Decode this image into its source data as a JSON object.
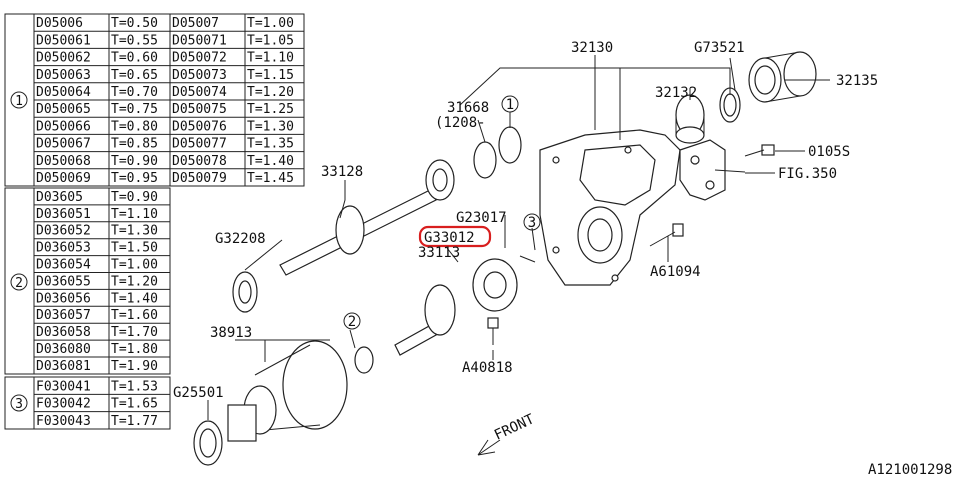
{
  "diagram_id": "A121001298",
  "tables": [
    {
      "marker": "1",
      "rows": [
        [
          "D05006",
          "T=0.50",
          "D05007",
          "T=1.00"
        ],
        [
          "D050061",
          "T=0.55",
          "D050071",
          "T=1.05"
        ],
        [
          "D050062",
          "T=0.60",
          "D050072",
          "T=1.10"
        ],
        [
          "D050063",
          "T=0.65",
          "D050073",
          "T=1.15"
        ],
        [
          "D050064",
          "T=0.70",
          "D050074",
          "T=1.20"
        ],
        [
          "D050065",
          "T=0.75",
          "D050075",
          "T=1.25"
        ],
        [
          "D050066",
          "T=0.80",
          "D050076",
          "T=1.30"
        ],
        [
          "D050067",
          "T=0.85",
          "D050077",
          "T=1.35"
        ],
        [
          "D050068",
          "T=0.90",
          "D050078",
          "T=1.40"
        ],
        [
          "D050069",
          "T=0.95",
          "D050079",
          "T=1.45"
        ]
      ]
    },
    {
      "marker": "2",
      "rows": [
        [
          "D03605",
          "T=0.90"
        ],
        [
          "D036051",
          "T=1.10"
        ],
        [
          "D036052",
          "T=1.30"
        ],
        [
          "D036053",
          "T=1.50"
        ],
        [
          "D036054",
          "T=1.00"
        ],
        [
          "D036055",
          "T=1.20"
        ],
        [
          "D036056",
          "T=1.40"
        ],
        [
          "D036057",
          "T=1.60"
        ],
        [
          "D036058",
          "T=1.70"
        ],
        [
          "D036080",
          "T=1.80"
        ],
        [
          "D036081",
          "T=1.90"
        ]
      ]
    },
    {
      "marker": "3",
      "rows": [
        [
          "F030041",
          "T=1.53"
        ],
        [
          "F030042",
          "T=1.65"
        ],
        [
          "F030043",
          "T=1.77"
        ]
      ]
    }
  ],
  "labels": {
    "p32130": "32130",
    "p32135": "32135",
    "p32132": "32132",
    "pG73521": "G73521",
    "p31668": "31668",
    "p1208": "(1208-",
    "m1": "1",
    "m2": "2",
    "m3": "3",
    "p0105S": "0105S",
    "pFIG350": "FIG.350",
    "p33128": "33128",
    "pG32208": "G32208",
    "pG23017": "G23017",
    "pG33012": "G33012",
    "p33113": "33113",
    "pA61094": "A61094",
    "p38913": "38913",
    "pA40818": "A40818",
    "pG25501": "G25501",
    "front": "FRONT"
  },
  "highlight_color": "#d81e1e"
}
